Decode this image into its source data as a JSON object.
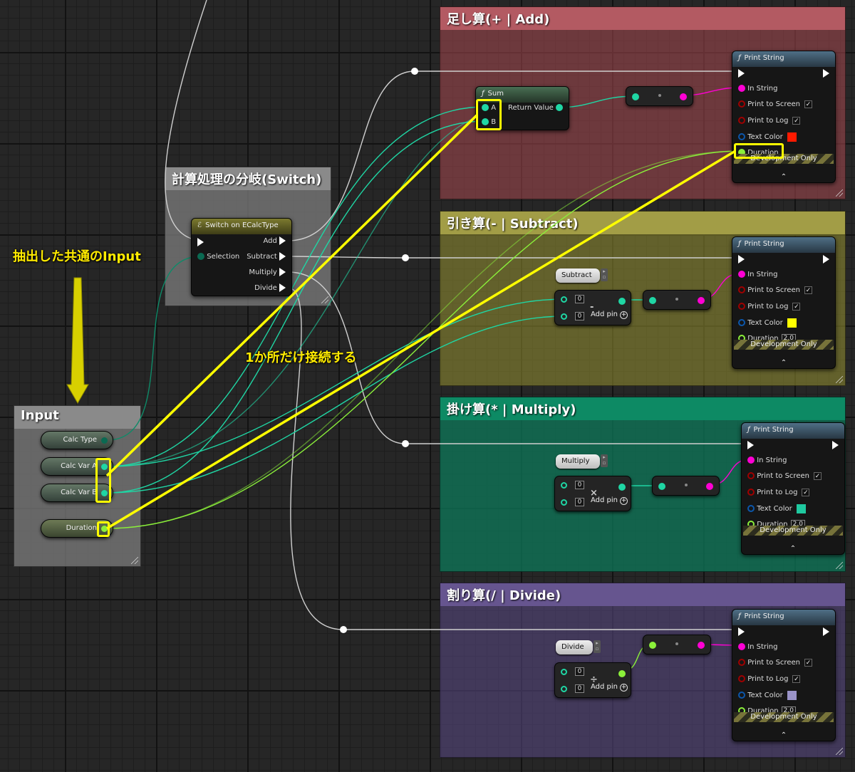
{
  "comments": {
    "add": "足し算(+ | Add)",
    "subtract": "引き算(- | Subtract)",
    "multiply": "掛け算(* | Multiply)",
    "divide": "割り算(/ | Divide)",
    "switch": "計算処理の分岐(Switch)",
    "input": "Input"
  },
  "print_string": {
    "title": "Print String",
    "in_string": "In String",
    "print_to_screen": "Print to Screen",
    "print_to_log": "Print to Log",
    "text_color": "Text Color",
    "duration": "Duration",
    "dev_only": "Development Only",
    "check": "✓",
    "expand": "⌃"
  },
  "print_nodes": [
    {
      "id": "add",
      "text_color": "#ff1a00",
      "duration": ""
    },
    {
      "id": "subtract",
      "text_color": "#ffff00",
      "duration": "2.0"
    },
    {
      "id": "multiply",
      "text_color": "#1fc9a0",
      "duration": "2.0"
    },
    {
      "id": "divide",
      "text_color": "#9a93c8",
      "duration": "2.0"
    }
  ],
  "sum_node": {
    "title": "Sum",
    "pin_a": "A",
    "pin_b": "B",
    "out": "Return Value"
  },
  "switch_node": {
    "title": "Switch on ECalcType",
    "selection": "Selection",
    "outputs": [
      "Add",
      "Subtract",
      "Multiply",
      "Divide"
    ]
  },
  "input_vars": [
    "Calc Type",
    "Calc Var A",
    "Calc Var B",
    "Duration"
  ],
  "math_nodes": [
    {
      "label": "Subtract",
      "operator": "-",
      "value_a": "0",
      "value_b": "0",
      "add_pin": "Add pin"
    },
    {
      "label": "Multiply",
      "operator": "×",
      "value_a": "0",
      "value_b": "0",
      "add_pin": "Add pin"
    },
    {
      "label": "Divide",
      "operator": "÷",
      "value_a": "0",
      "value_b": "0",
      "add_pin": "Add pin"
    }
  ],
  "annotations": {
    "common_input": "抽出した共通のInput",
    "connect_once": "1か所だけ接続する"
  },
  "colors": {
    "exec": "#ffffff",
    "string": "#ff00d4",
    "real": "#8bf03a",
    "integer": "#1fd6a4",
    "enum": "#0a6a52",
    "highlight": "#ffff00"
  }
}
